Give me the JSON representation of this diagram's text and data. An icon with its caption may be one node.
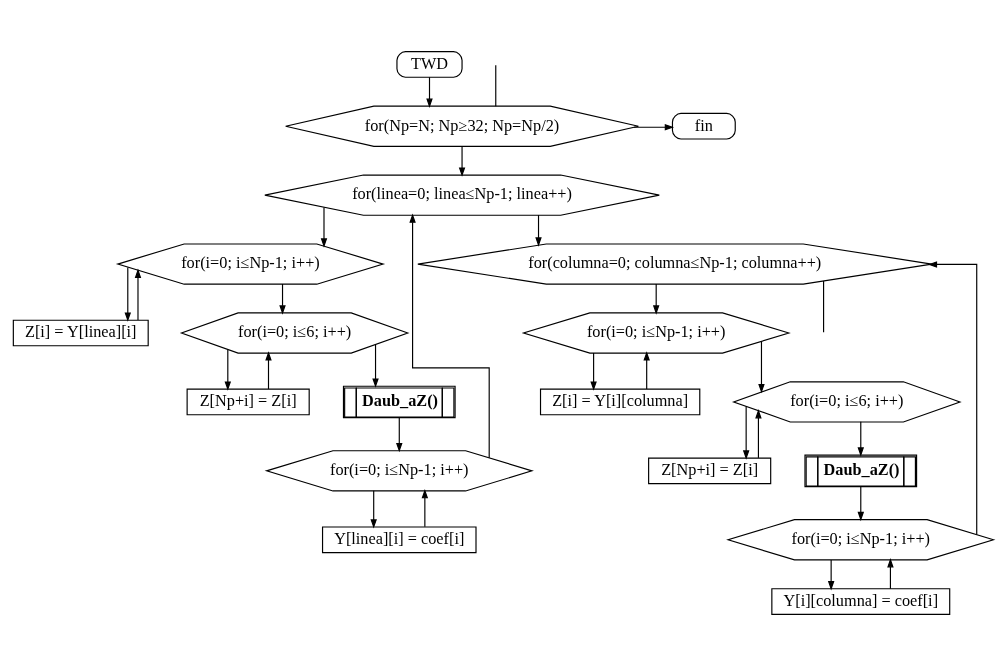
{
  "diagram": {
    "nodes": [
      {
        "text": [
          "TWD"
        ]
      },
      {
        "text": [
          "for(Np=N; Np≥32; Np=Np/2)"
        ]
      },
      {
        "text": [
          "fin"
        ]
      },
      {
        "text": [
          "for(linea=0; linea≤Np-1; linea++)"
        ]
      },
      {
        "text": [
          "for(i=0; i≤Np-1; i++)"
        ]
      },
      {
        "text": [
          "Z[i] = Y[linea][i]"
        ]
      },
      {
        "text": [
          "for(i=0; i≤6; i++)"
        ]
      },
      {
        "text": [
          "Z[Np+i] = Z[i]"
        ]
      },
      {
        "text": [
          "Daub_aZ()"
        ]
      },
      {
        "text": [
          "for(i=0; i≤Np-1; i++)"
        ]
      },
      {
        "text": [
          "Y[linea][i] = coef[i]"
        ]
      },
      {
        "text": [
          "for(columna=0; columna≤Np-1; columna++)"
        ]
      },
      {
        "text": [
          "for(i=0; i≤Np-1; i++)"
        ]
      },
      {
        "text": [
          "Z[i] = Y[i][columna]"
        ]
      },
      {
        "text": [
          "for(i=0; i≤6; i++)"
        ]
      },
      {
        "text": [
          "Z[Np+i] = Z[i]"
        ]
      },
      {
        "text": [
          "Daub_aZ()"
        ]
      },
      {
        "text": [
          "for(i=0; i≤Np-1; i++)"
        ]
      },
      {
        "text": [
          "Y[i][columna] = coef[i]"
        ]
      }
    ],
    "edges": [
      {
        "from": 0,
        "to": 1,
        "arrow": "to"
      },
      {
        "from": 1,
        "to": 2,
        "arrow": "to"
      },
      {
        "from": 1,
        "to": 3,
        "arrow": "to"
      },
      {
        "from": 3,
        "to": 4,
        "arrow": "to"
      },
      {
        "from": 4,
        "to": 5,
        "arrow": "to"
      },
      {
        "from": 5,
        "to": 4,
        "arrow": "to"
      },
      {
        "from": 4,
        "to": 6,
        "arrow": "to"
      },
      {
        "from": 6,
        "to": 7,
        "arrow": "to"
      },
      {
        "from": 7,
        "to": 6,
        "arrow": "to"
      },
      {
        "from": 6,
        "to": 8,
        "arrow": "to"
      },
      {
        "from": 8,
        "to": 9,
        "arrow": "to"
      },
      {
        "from": 9,
        "to": 10,
        "arrow": "to"
      },
      {
        "from": 10,
        "to": 9,
        "arrow": "to"
      },
      {
        "from": 9,
        "to": 3,
        "arrow": "to"
      },
      {
        "from": 3,
        "to": 11,
        "arrow": "to"
      },
      {
        "from": 11,
        "to": 12,
        "arrow": "to"
      },
      {
        "from": 12,
        "to": 13,
        "arrow": "to"
      },
      {
        "from": 13,
        "to": 12,
        "arrow": "to"
      },
      {
        "from": 12,
        "to": 14,
        "arrow": "to"
      },
      {
        "from": 14,
        "to": 15,
        "arrow": "to"
      },
      {
        "from": 15,
        "to": 14,
        "arrow": "to"
      },
      {
        "from": 14,
        "to": 16,
        "arrow": "to"
      },
      {
        "from": 16,
        "to": 17,
        "arrow": "to"
      },
      {
        "from": 17,
        "to": 18,
        "arrow": "to"
      },
      {
        "from": 18,
        "to": 17,
        "arrow": "to"
      },
      {
        "from": 17,
        "to": 11,
        "arrow": "to"
      },
      {
        "from": 11,
        "to": null,
        "arrow": "none"
      },
      {
        "from": null,
        "to": 1,
        "arrow": "none"
      }
    ]
  }
}
